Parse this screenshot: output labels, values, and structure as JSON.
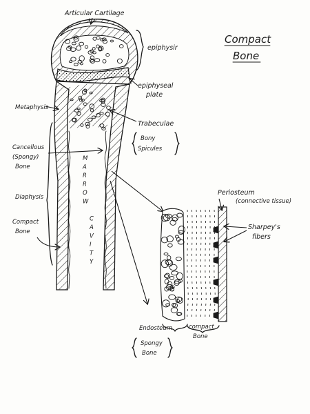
{
  "title": {
    "line1": "Compact",
    "line2": "Bone"
  },
  "labels": {
    "articular_cartilage": "Articular Cartilage",
    "epiphysis": "epiphysir",
    "epiphyseal_plate_1": "epiphyseal",
    "epiphyseal_plate_2": "plate",
    "metaphysis": "Metaphysis",
    "trabeculae": "Trabeculae",
    "bony_spicules_1": "Bony",
    "bony_spicules_2": "Spicules",
    "cancellous_1": "Cancellous",
    "cancellous_2": "(Spongy)",
    "cancellous_3": "Bone",
    "diaphysis": "Diaphysis",
    "compact_bone_1": "Compact",
    "compact_bone_2": "Bone",
    "marrow_cavity": [
      "M",
      "A",
      "R",
      "R",
      "O",
      "W",
      "",
      "C",
      "A",
      "V",
      "I",
      "T",
      "Y"
    ],
    "periosteum": "Periosteum",
    "connective_tissue": "(connective tissue)",
    "sharpeys_1": "Sharpey's",
    "sharpeys_2": "fibers",
    "endosteum": "Endosteum",
    "compact_bone_detail_1": "compact",
    "compact_bone_detail_2": "Bone",
    "spongy_bone_1": "Spongy",
    "spongy_bone_2": "Bone"
  },
  "colors": {
    "ink": "#1a1a1a",
    "paper": "#fdfdfb"
  }
}
